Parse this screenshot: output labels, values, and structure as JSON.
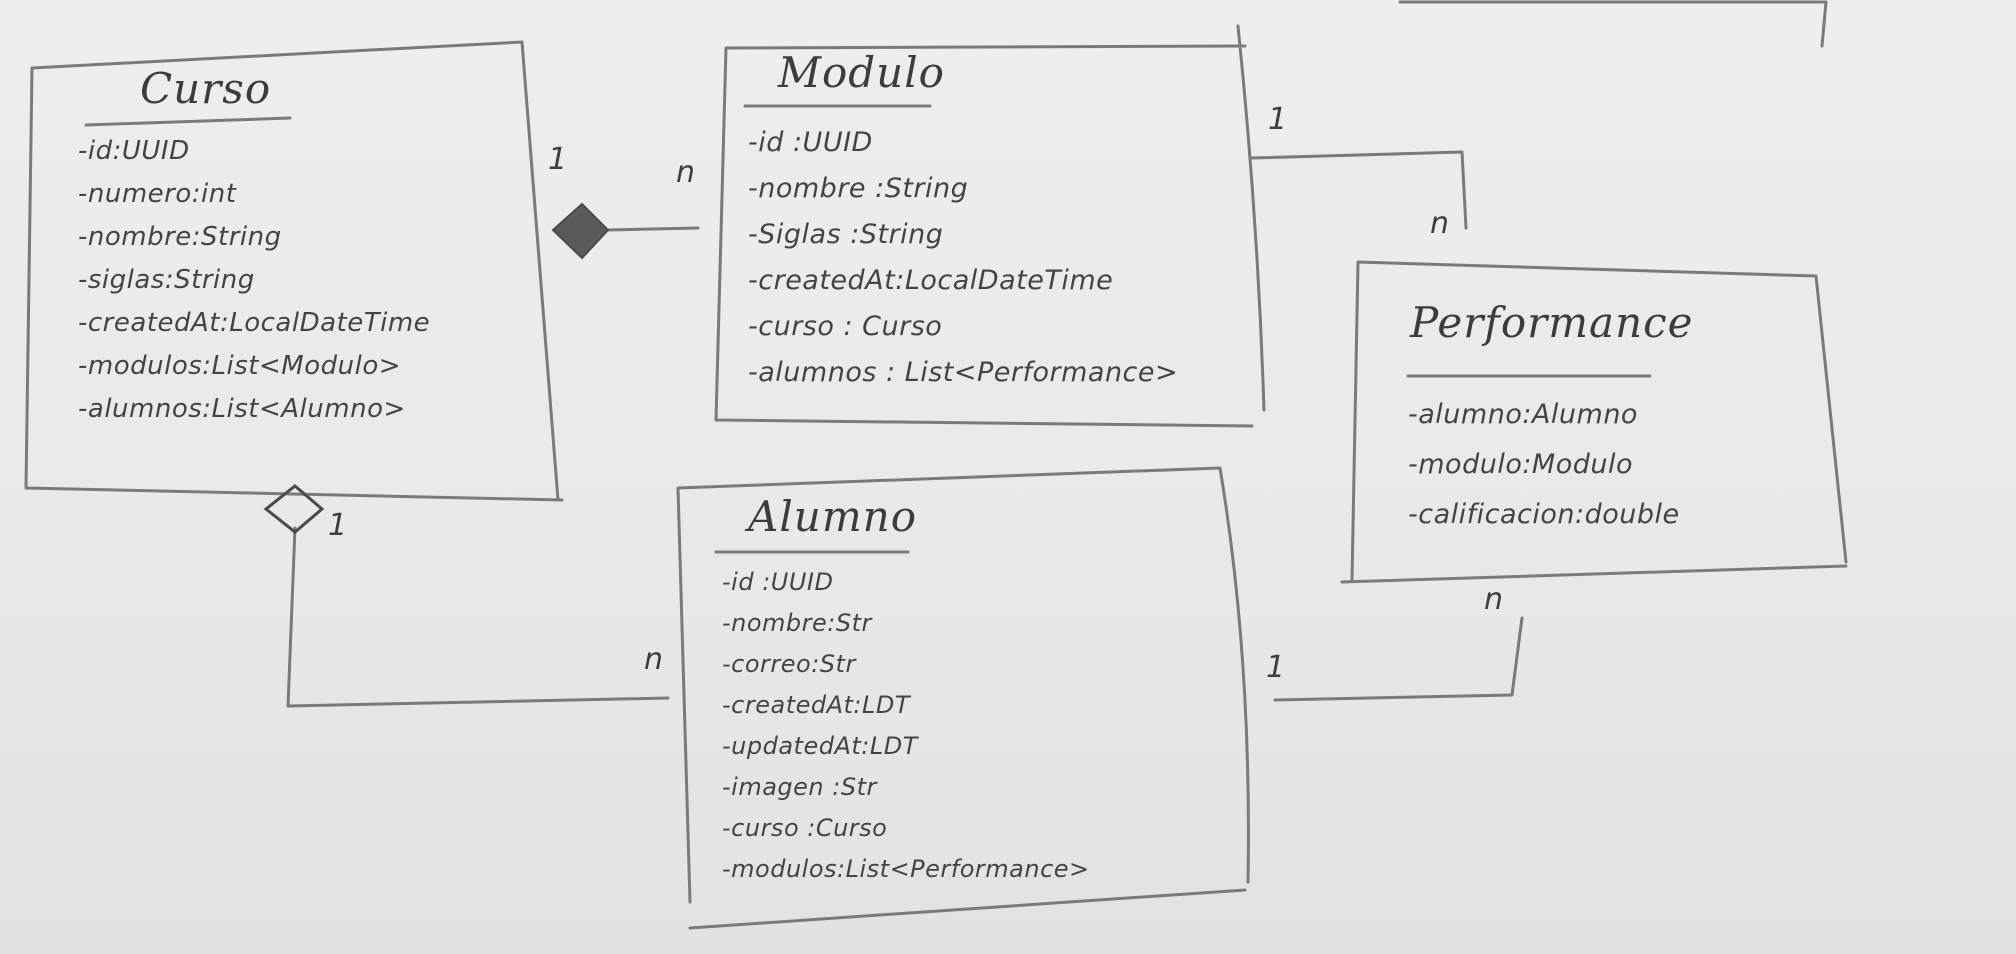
{
  "classes": {
    "curso": {
      "name": "Curso",
      "attributes": [
        "-id:UUID",
        "-numero:int",
        "-nombre:String",
        "-siglas:String",
        "-createdAt:LocalDateTime",
        "-modulos:List<Modulo>",
        "-alumnos:List<Alumno>"
      ]
    },
    "modulo": {
      "name": "Modulo",
      "attributes": [
        "-id :UUID",
        "-nombre :String",
        "-Siglas :String",
        "-createdAt:LocalDateTime",
        "-curso : Curso",
        "-alumnos : List<Performance>"
      ]
    },
    "alumno": {
      "name": "Alumno",
      "attributes": [
        "-id :UUID",
        "-nombre:Str",
        "-correo:Str",
        "-createdAt:LDT",
        "-updatedAt:LDT",
        "-imagen :Str",
        "-curso :Curso",
        "-modulos:List<Performance>"
      ]
    },
    "performance": {
      "name": "Performance",
      "attributes": [
        "-alumno:Alumno",
        "-modulo:Modulo",
        "-calificacion:double"
      ]
    }
  },
  "relations": {
    "curso_modulo": {
      "from_mult": "1",
      "to_mult": "n"
    },
    "curso_alumno": {
      "from_mult": "1",
      "to_mult": "n"
    },
    "modulo_performance": {
      "from_mult": "1",
      "to_mult": "n"
    },
    "alumno_performance": {
      "from_mult": "1",
      "to_mult": "n"
    }
  }
}
